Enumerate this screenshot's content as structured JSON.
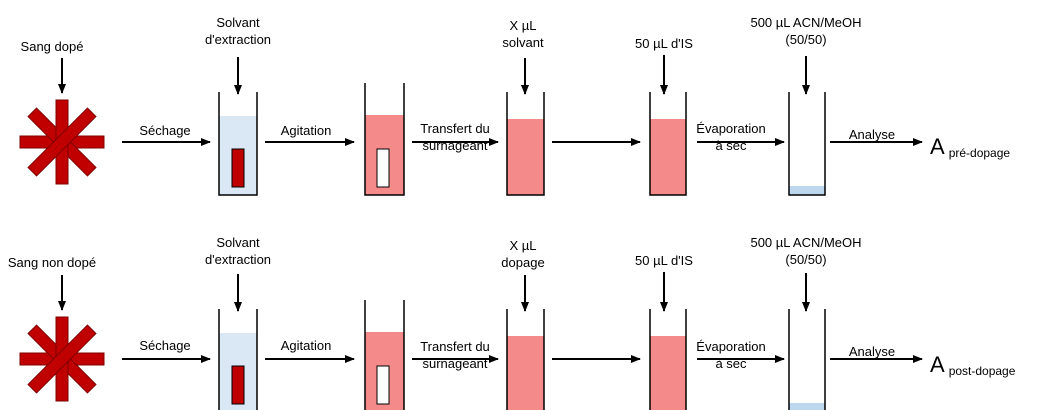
{
  "rows": [
    {
      "input": "Sang dopé",
      "step1_top": "Solvant\nd'extraction",
      "step3_top": "X µL\nsolvant",
      "step4_top": "50 µL d'IS",
      "step5_top": "500 µL ACN/MeOH\n(50/50)",
      "arrow_sechage": "Séchage",
      "arrow_agitation": "Agitation",
      "arrow_transfert": "Transfert du\nsurnageant",
      "arrow_evaporation": "Évaporation\nà sec",
      "arrow_analyse": "Analyse",
      "result_main": "A",
      "result_sub": "pré-dopage"
    },
    {
      "input": "Sang non dopé",
      "step1_top": "Solvant\nd'extraction",
      "step3_top": "X µL\ndopage",
      "step4_top": "50 µL d'IS",
      "step5_top": "500 µL ACN/MeOH\n(50/50)",
      "arrow_sechage": "Séchage",
      "arrow_agitation": "Agitation",
      "arrow_transfert": "Transfert du\nsurnageant",
      "arrow_evaporation": "Évaporation\nà sec",
      "arrow_analyse": "Analyse",
      "result_main": "A",
      "result_sub": "post-dopage"
    }
  ],
  "colors": {
    "blood": "#C00000",
    "blood_dark": "#7F0000",
    "solvent": "#DAE8F5",
    "supernatant": "#F58A8A",
    "residue": "#BDD7EE",
    "stroke": "#000000"
  }
}
